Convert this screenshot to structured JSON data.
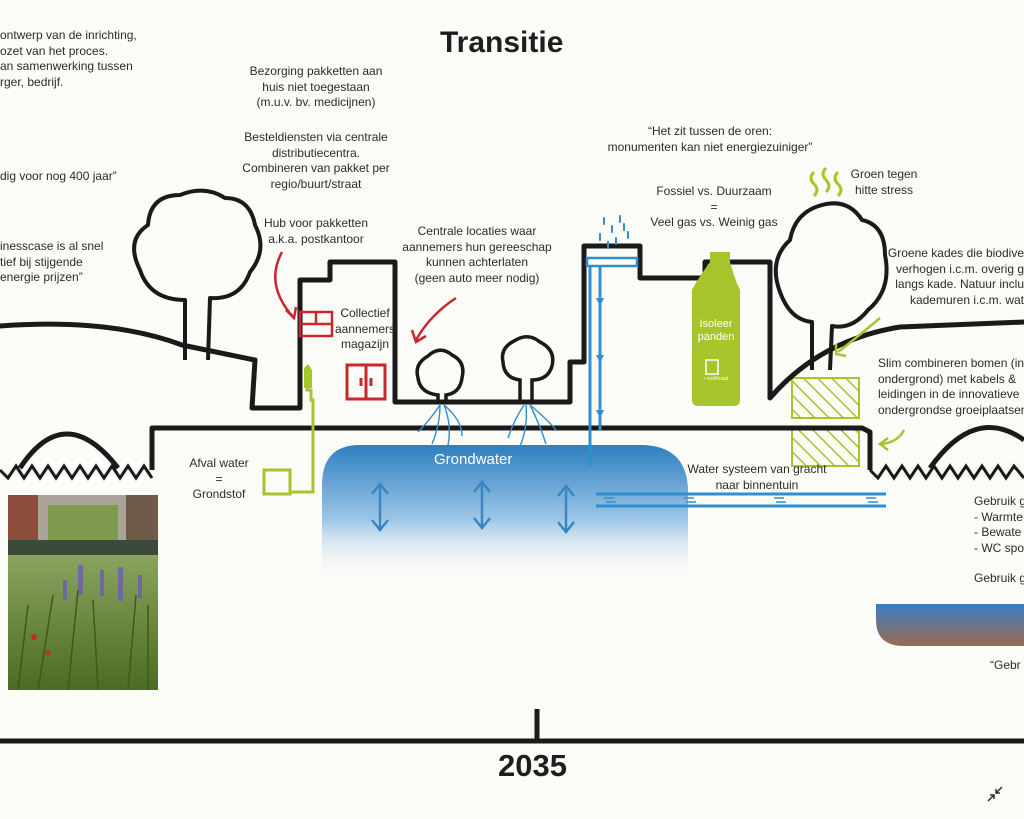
{
  "title": "Transitie",
  "year": "2035",
  "labels": {
    "top_left": "ontwerp van de inrichting,\nozet van het proces.\nan samenwerking tussen\nrger, bedrijf.",
    "quote_400": "dig voor nog 400 jaar”",
    "businesscase": "inesscase is al snel\ntief bij stijgende\nenergie prijzen”",
    "bezorging": "Bezorging pakketten aan\nhuis niet toegestaan\n(m.u.v. bv. medicijnen)",
    "besteldiensten": "Besteldiensten via centrale\ndistributiecentra.\nCombineren van pakket per\nregio/buurt/straat",
    "hub": "Hub voor pakketten\na.k.a. postkantoor",
    "collectief": "Collectief\naannemers\nmagazijn",
    "centrale_locaties": "Centrale locaties waar\naannemers hun gereeschap\nkunnen achterlaten\n(geen auto meer nodig)",
    "oren": "“Het zit tussen de oren:\nmonumenten kan niet energiezuiniger”",
    "fossiel": "Fossiel vs. Duurzaam\n=\nVeel gas vs. Weinig gas",
    "groen_hitte": "Groen tegen\nhitte stress",
    "groene_kades": "Groene kades die biodive\nverhogen i.c.m. overig g\nlangs kade. Natuur inclu\nkademuren i.c.m. wat",
    "isoleer": "Isoleer\npanden",
    "certificaat": "• certificaat",
    "slim": "Slim combineren bomen (in\nondergrond) met kabels &\nleidingen in de innovatieve\nondergrondse groeiplaatsen",
    "afval": "Afval water\n=\nGrondstof",
    "grondwater": "Grondwater",
    "water_systeem": "Water systeem van gracht\nnaar binnentuin",
    "gebruik1": "Gebruik g\n- Warmte\n- Bewate\n- WC spo",
    "gebruik2": "Gebruik g",
    "gebr_quote": "“Gebr"
  },
  "colors": {
    "outline": "#1a1a1a",
    "accent_red": "#c8272e",
    "accent_green": "#a6c52a",
    "accent_blue": "#2f8fcf",
    "groundwater": "#3a86c3"
  },
  "icons": {
    "expand": "shrink-arrows-icon"
  }
}
